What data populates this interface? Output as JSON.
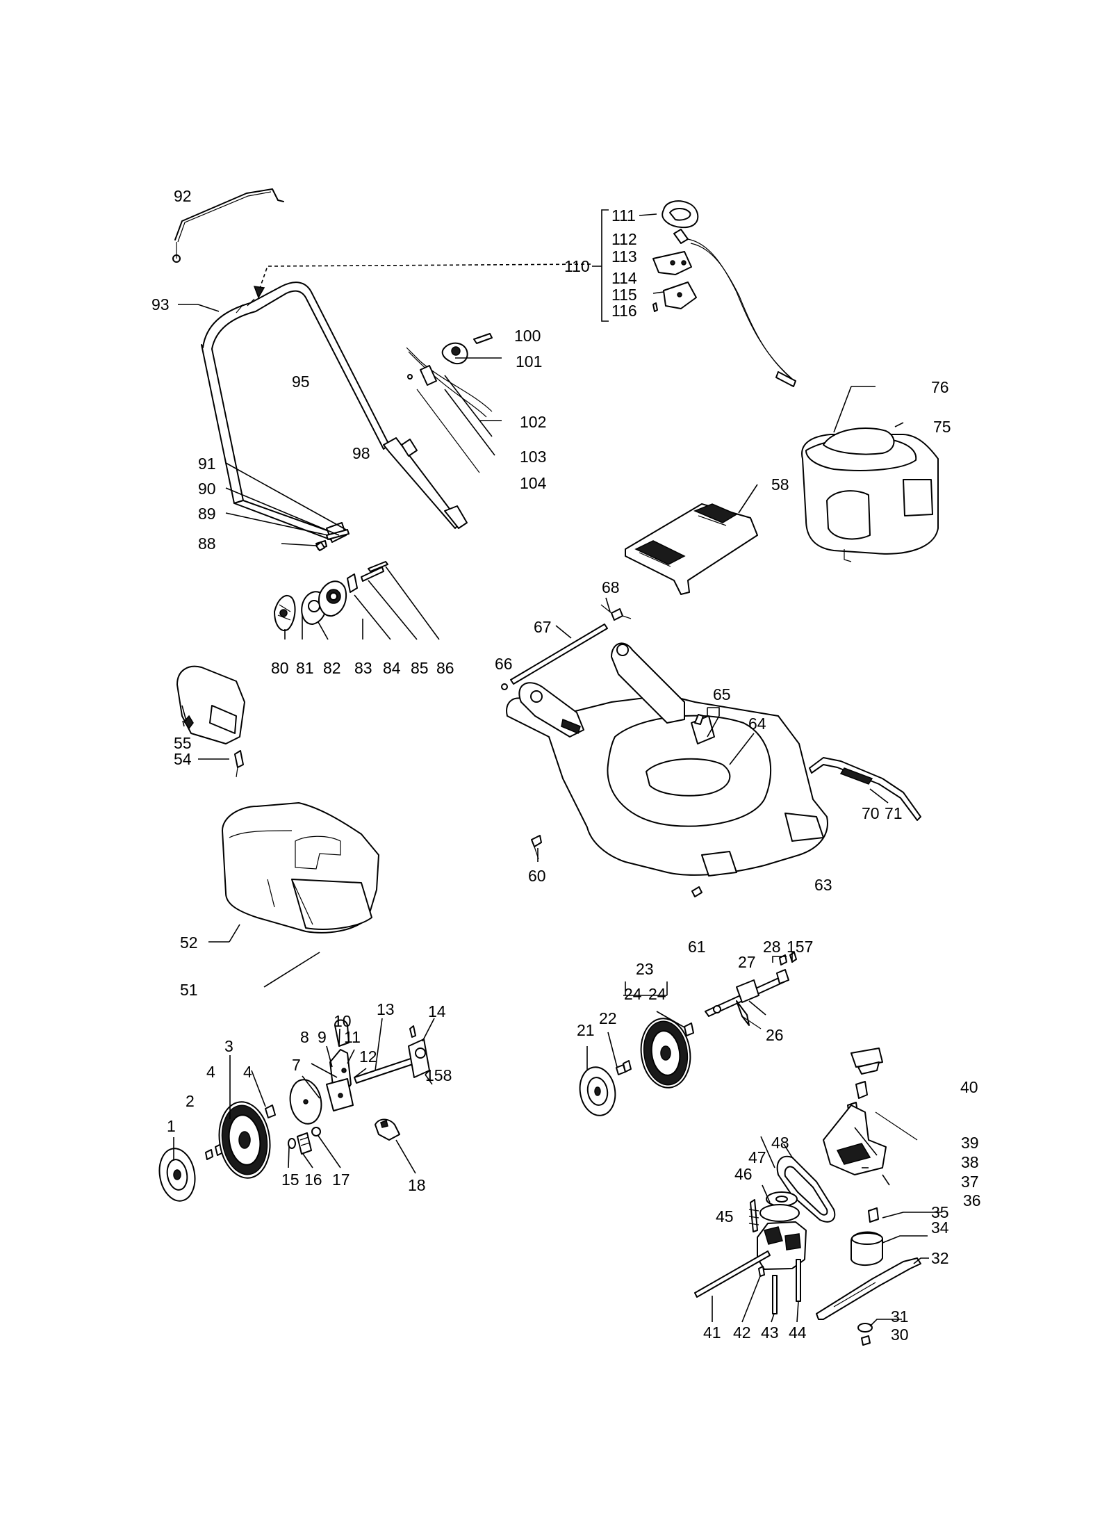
{
  "labels": {
    "l1": "1",
    "l2": "2",
    "l3": "3",
    "l4a": "4",
    "l4b": "4",
    "l7": "7",
    "l8": "8",
    "l9": "9",
    "l10": "10",
    "l11": "11",
    "l12": "12",
    "l13": "13",
    "l14": "14",
    "l15": "15",
    "l16": "16",
    "l17": "17",
    "l18": "18",
    "l158": "158",
    "l21": "21",
    "l22": "22",
    "l23": "23",
    "l24a": "24",
    "l24b": "24",
    "l26": "26",
    "l27": "27",
    "l28": "28",
    "l157": "157",
    "l61": "61",
    "l30": "30",
    "l31": "31",
    "l32": "32",
    "l34": "34",
    "l35": "35",
    "l36": "36",
    "l37": "37",
    "l38": "38",
    "l39": "39",
    "l40": "40",
    "l41": "41",
    "l42": "42",
    "l43": "43",
    "l44": "44",
    "l45": "45",
    "l46": "46",
    "l47": "47",
    "l48": "48",
    "l51": "51",
    "l52": "52",
    "l54": "54",
    "l55": "55",
    "l58": "58",
    "l60": "60",
    "l63": "63",
    "l64": "64",
    "l65": "65",
    "l66": "66",
    "l67": "67",
    "l68": "68",
    "l70": "70",
    "l71": "71",
    "l75": "75",
    "l76": "76",
    "l80": "80",
    "l81": "81",
    "l82": "82",
    "l83": "83",
    "l84": "84",
    "l85": "85",
    "l86": "86",
    "l88": "88",
    "l89": "89",
    "l90": "90",
    "l91": "91",
    "l92": "92",
    "l93": "93",
    "l95": "95",
    "l98": "98",
    "l100": "100",
    "l101": "101",
    "l102": "102",
    "l103": "103",
    "l104": "104",
    "l110": "110",
    "l111": "111",
    "l112": "112",
    "l113": "113",
    "l114": "114",
    "l115": "115",
    "l116": "116"
  }
}
